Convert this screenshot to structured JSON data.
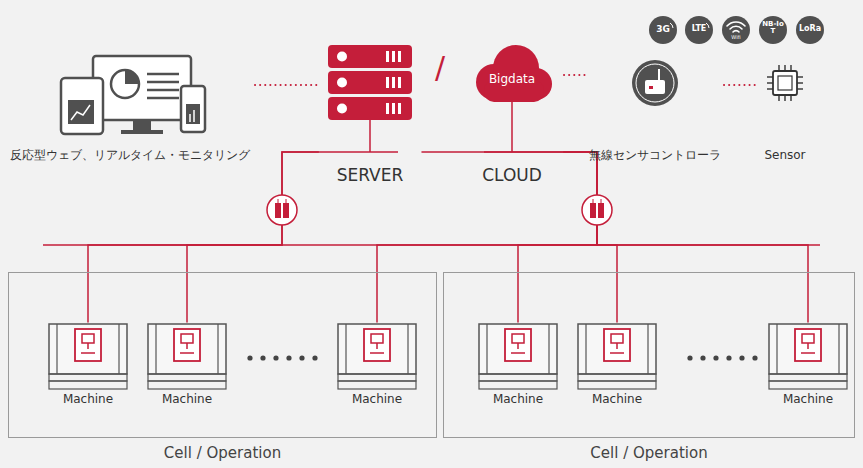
{
  "diagram": {
    "nodes": [
      {
        "text": [
          "反応型ウェブ、リアルタイム・モニタリング"
        ]
      },
      {
        "text": [
          "SERVER"
        ]
      },
      {
        "text": [
          "Bigdata",
          "CLOUD"
        ]
      },
      {
        "text": [
          "無線センサコントローラ"
        ]
      },
      {
        "text": [
          "Sensor"
        ]
      },
      {
        "text": [
          "Cell / Operation"
        ]
      },
      {
        "text": [
          "Machine"
        ],
        "in": 5
      },
      {
        "text": [
          "Machine"
        ],
        "in": 5
      },
      {
        "text": [
          "Machine"
        ],
        "in": 5
      },
      {
        "text": [
          "Cell / Operation"
        ]
      },
      {
        "text": [
          "Machine"
        ],
        "in": 9
      },
      {
        "text": [
          "Machine"
        ],
        "in": 9
      },
      {
        "text": [
          "Machine"
        ],
        "in": 9
      }
    ],
    "edges": [
      {
        "from": 0,
        "to": 1,
        "arrow": "none"
      },
      {
        "from": 2,
        "to": 3,
        "arrow": "none"
      },
      {
        "from": 3,
        "to": 4,
        "arrow": "none"
      },
      {
        "from": 1,
        "to": 6,
        "arrow": "none"
      },
      {
        "from": 1,
        "to": 7,
        "arrow": "none"
      },
      {
        "from": 1,
        "to": 8,
        "arrow": "none"
      },
      {
        "from": 2,
        "to": 10,
        "arrow": "none"
      },
      {
        "from": 2,
        "to": 11,
        "arrow": "none"
      },
      {
        "from": 2,
        "to": 12,
        "arrow": "none"
      }
    ],
    "labels": [
      "/",
      "3G",
      "LTE",
      "Wifi",
      "NB-IoT",
      "LoRa"
    ]
  }
}
